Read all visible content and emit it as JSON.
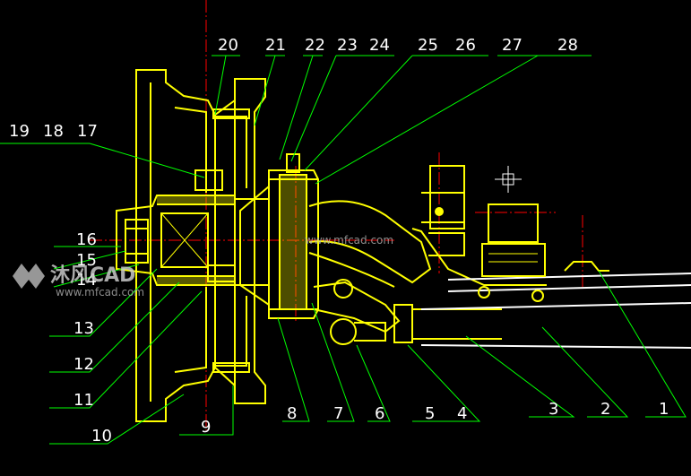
{
  "drawing": {
    "colors": {
      "background": "#000000",
      "outline": "#ffff00",
      "leader": "#00ff00",
      "centerline": "#ff0000",
      "label": "#ffffff",
      "axle": "#ffffff"
    },
    "labels_top": [
      "20",
      "21",
      "22",
      "23",
      "24",
      "25",
      "26",
      "27",
      "28"
    ],
    "labels_left": [
      "19",
      "18",
      "17",
      "16",
      "15",
      "14",
      "13",
      "12",
      "11",
      "10"
    ],
    "labels_bottom": [
      "9",
      "8",
      "7",
      "6",
      "5",
      "4",
      "3",
      "2",
      "1"
    ]
  },
  "watermark": {
    "brand": "沐风CAD",
    "site_center": "www.mfcad.com",
    "site_left": "www.mfcad.com"
  }
}
